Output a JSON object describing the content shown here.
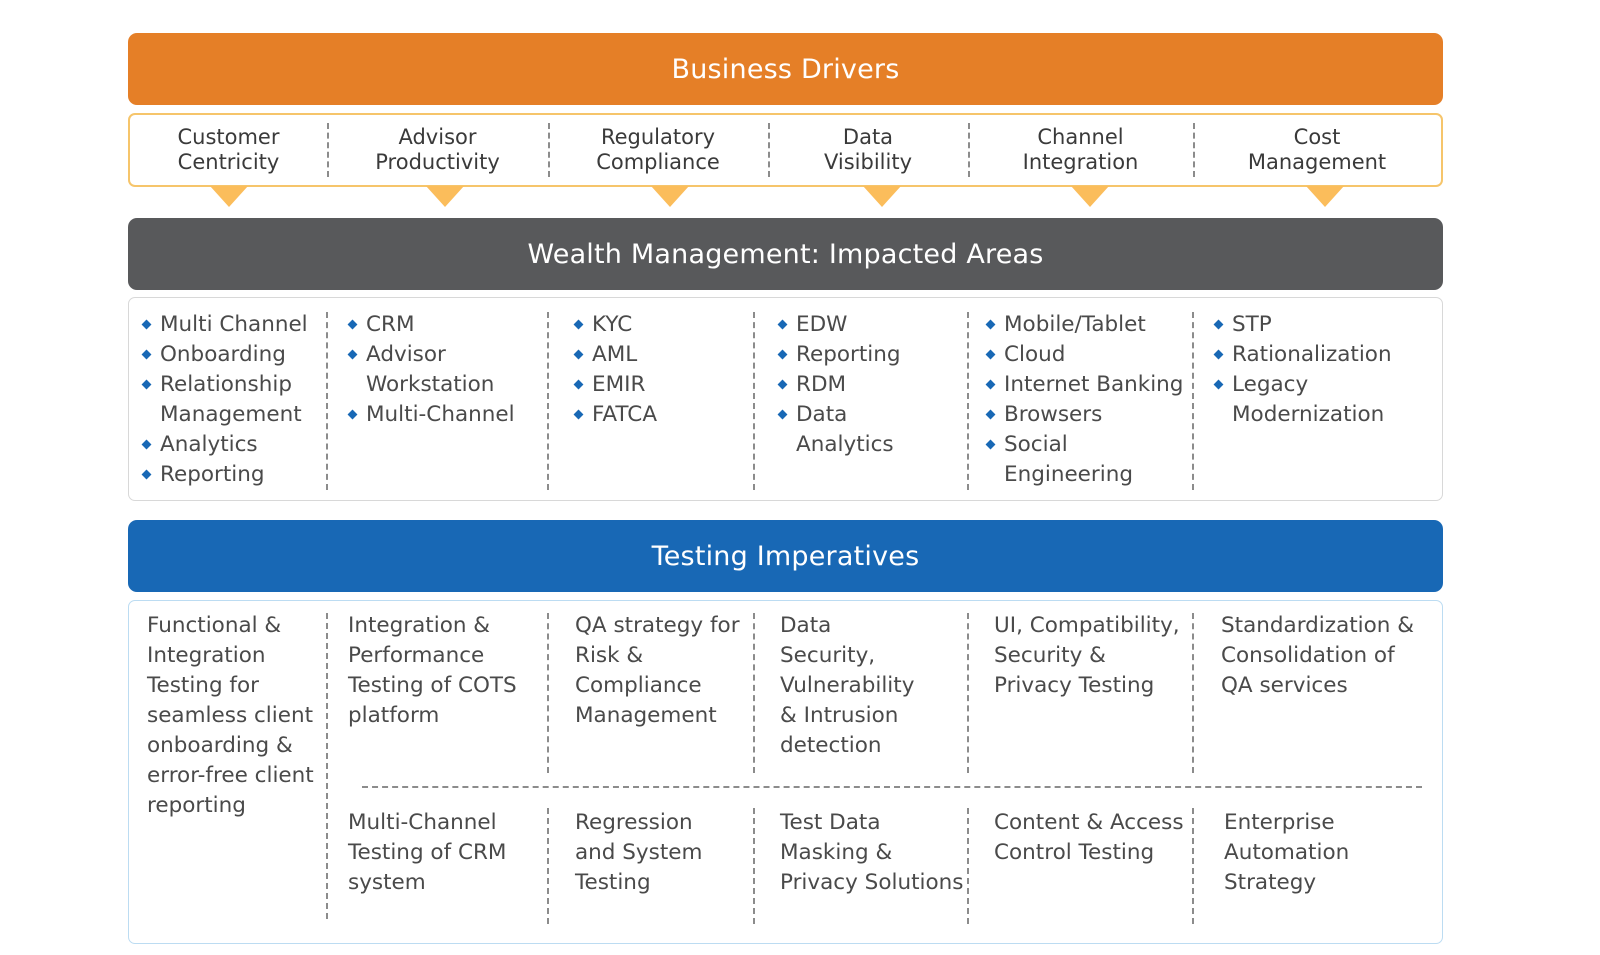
{
  "business_drivers": {
    "title": "Business Drivers",
    "items": [
      {
        "line1": "Customer",
        "line2": "Centricity"
      },
      {
        "line1": "Advisor",
        "line2": "Productivity"
      },
      {
        "line1": "Regulatory",
        "line2": "Compliance"
      },
      {
        "line1": "Data",
        "line2": "Visibility"
      },
      {
        "line1": "Channel",
        "line2": "Integration"
      },
      {
        "line1": "Cost",
        "line2": "Management"
      }
    ]
  },
  "impacted_areas": {
    "title": "Wealth Management: Impacted Areas",
    "columns": [
      [
        "Multi Channel",
        "Onboarding",
        "Relationship Management",
        "Analytics",
        "Reporting"
      ],
      [
        "CRM",
        "Advisor Workstation",
        "Multi-Channel"
      ],
      [
        "KYC",
        "AML",
        "EMIR",
        "FATCA"
      ],
      [
        "EDW",
        "Reporting",
        "RDM",
        "Data Analytics"
      ],
      [
        "Mobile/Tablet",
        "Cloud",
        "Internet Banking",
        "Browsers",
        "Social Engineering"
      ],
      [
        "STP",
        "Rationalization",
        "Legacy Modernization"
      ]
    ]
  },
  "testing_imperatives": {
    "title": "Testing Imperatives",
    "first_column": "Functional & Integration Testing for seamless client onboarding & error-free client reporting",
    "top_row": [
      "Integration & Performance Testing of COTS platform",
      "QA strategy for Risk & Compliance Management",
      "Data Security, Vulnerability & Intrusion detection",
      "UI, Compatibility, Security & Privacy Testing",
      "Standardization & Consolidation of QA services"
    ],
    "bottom_row": [
      "Multi-Channel Testing of CRM system",
      "Regression and System Testing",
      "Test Data Masking & Privacy Solutions",
      "Content & Access Control Testing",
      "Enterprise Automation Strategy"
    ]
  },
  "colors": {
    "business_drivers": "#e57f27",
    "impacted_areas": "#58595b",
    "testing_imperatives": "#1868b5",
    "arrow": "#fbbd5b",
    "bullet": "#1868b5"
  }
}
